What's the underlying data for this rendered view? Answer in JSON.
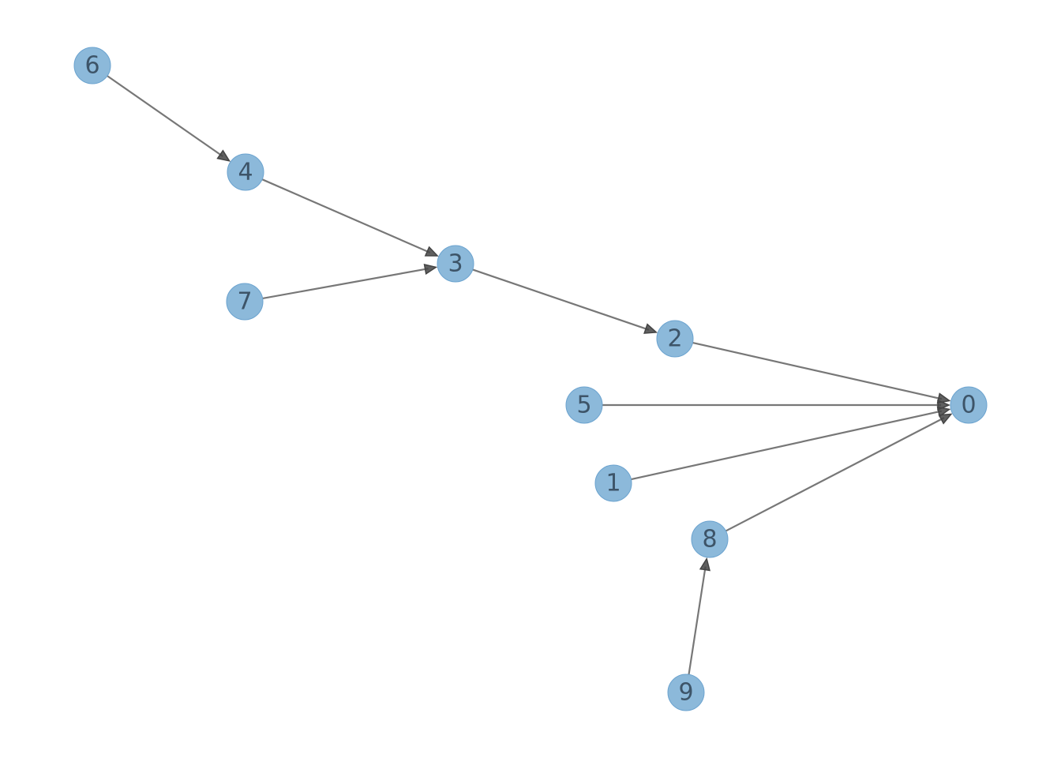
{
  "graph": {
    "directed": true,
    "nodes": [
      "0",
      "1",
      "2",
      "3",
      "4",
      "5",
      "6",
      "7",
      "8",
      "9"
    ],
    "edges": [
      [
        "6",
        "4"
      ],
      [
        "4",
        "3"
      ],
      [
        "7",
        "3"
      ],
      [
        "3",
        "2"
      ],
      [
        "2",
        "0"
      ],
      [
        "5",
        "0"
      ],
      [
        "1",
        "0"
      ],
      [
        "8",
        "0"
      ],
      [
        "9",
        "8"
      ]
    ]
  },
  "colors": {
    "node_fill": "#8cb9da",
    "node_stroke": "#6ba3cf",
    "label": "#3d5468",
    "edge": "#777777",
    "arrow": "#444444"
  }
}
